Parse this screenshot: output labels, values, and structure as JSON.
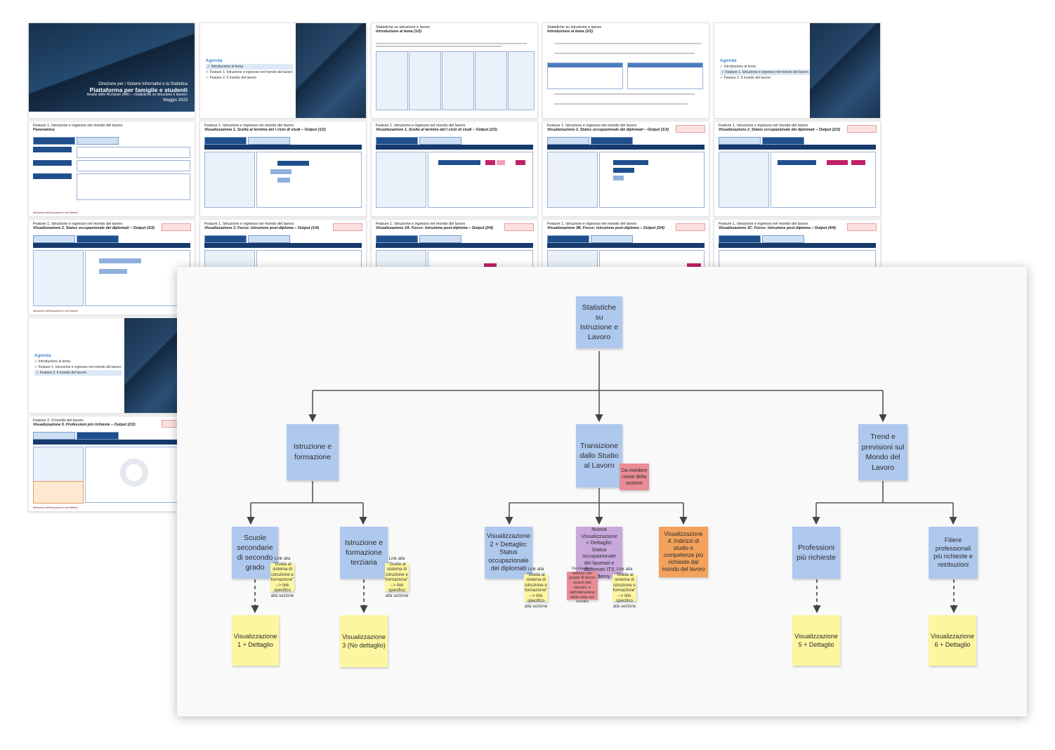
{
  "slides": {
    "cover": {
      "line1": "Direzione per i Sistemi Informativi e la Statistica",
      "title": "Piattaforma per famiglie e studenti",
      "subtitle": "Analisi delle Richieste (AR) – «Statistiche su Istruzione e lavoro»",
      "date": "Maggio 2023"
    },
    "agenda_title": "Agenda",
    "agenda_items": [
      "Introduzione al tema",
      "Feature 1. Istruzione e ingresso nel mondo del lavoro",
      "Feature 2. Il mondo del lavoro"
    ],
    "intro1": {
      "h": "Statistiche su istruzione e lavoro",
      "s": "Introduzione al tema (1/2)"
    },
    "intro2": {
      "h": "Statistiche su istruzione e lavoro",
      "s": "Introduzione al tema (2/2)"
    },
    "f1_title": "Feature 1. Istruzione e ingresso nel mondo del lavoro",
    "f2_title": "Feature 2. Il mondo del lavoro",
    "subs": [
      "Panoramica",
      "Visualizzazione 1. Scelta al termine del I ciclo di studi – Output (1/2)",
      "Visualizzazione 1. Scelta al termine del I ciclo di studi – Output (2/2)",
      "Visualizzazione 2. Status occupazionale dei diplomati – Output (1/3)",
      "Visualizzazione 2. Status occupazionale dei diplomati – Output (2/3)",
      "Visualizzazione 2. Status occupazionale dei diplomati – Output (3/3)",
      "Visualizzazione 3. Focus: Istruzione post-diploma – Output (1/4)",
      "Visualizzazione 3A. Focus: Istruzione post-diploma – Output (2/4)",
      "Visualizzazione 3B. Focus: Istruzione post-diploma – Output (3/4)",
      "Visualizzazione 3C. Focus: Istruzione post-diploma – Output (4/4)",
      "Visualizzazione 5. Professioni più richieste – Output (2/2)"
    ],
    "footer": "Ministero dell'Istruzione e del Merito"
  },
  "diagram": {
    "root": "Statistiche su Istruzione e Lavoro",
    "branches": {
      "b1": "Istruzione e formazione",
      "b2": "Transizione dallo Studio al Lavoro",
      "b3": "Trend e previsioni sul Mondo del Lavoro"
    },
    "b2_note": "Da rivedere nome della sezione",
    "children": {
      "c1": "Scuole secondarie di secondo grado",
      "c2": "Istruzione e formazione terziaria",
      "c3": "Visualizzazione 2 + Dettaglio: Status occupazionale dei diplomati",
      "c4": "Nuova Visualizzazione + Dettaglio: Status occupazionale dei laureati e diplomati ITS Academy",
      "c5": "Visualizzazione 4: Indirizzi di studio e competenze più richieste dal mondo del lavoro",
      "c6": "Professioni più richieste",
      "c7": "Filiere professionali più richieste e retribuzioni"
    },
    "leaves": {
      "l1": "Visualizzazione 1 + Dettaglio",
      "l2": "Visualizzazione 3 (No dettaglio)",
      "l3": "Visualizzazione 5 + Dettaglio",
      "l4": "Visualizzazione 6 + Dettaglio"
    },
    "stickies": {
      "s1": "Link alla \"Guida al sistema di istruzione e formazione\" --> link specifico alla sezione",
      "s2": "Link alla \"Guida al sistema di istruzione e formazione\" --> link specifico alla sezione",
      "s3": "Link alla \"Guida al sistema di istruzione e formazione\" --> link specifico alla sezione",
      "s4": "Link alla \"Guida al sistema di istruzione e formazione\" --> link specifico alla sezione",
      "s5": "Da rivedere: definire con gruppi di lavoro quanti dati rilevare, e dell'interazione della vista nel monitor"
    }
  },
  "colors": {
    "blue": "#aec8ee",
    "yellow": "#fdf6a0",
    "pink": "#e98c95",
    "purple": "#c9a8db",
    "orange": "#f2a25c"
  }
}
